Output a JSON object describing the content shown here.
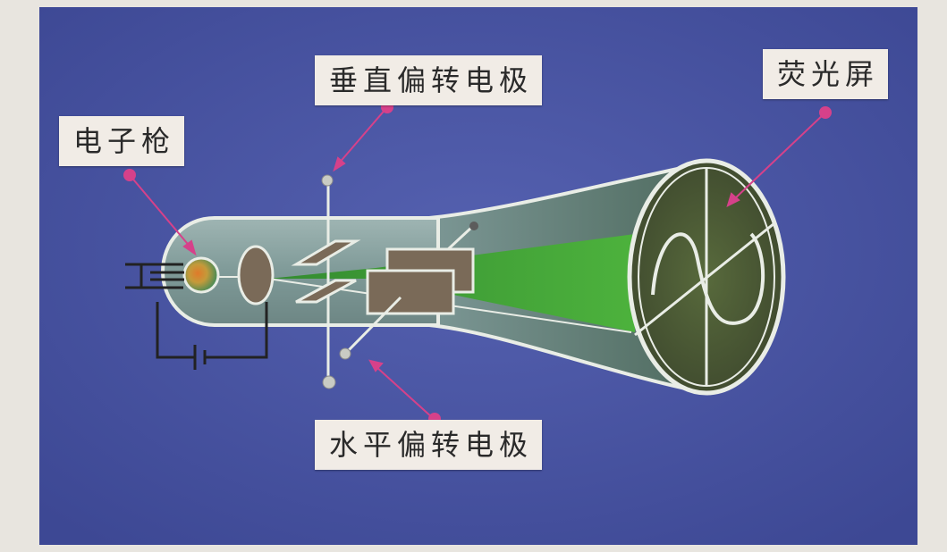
{
  "labels": {
    "electron_gun": "电子枪",
    "vertical_deflection_electrode": "垂直偏转电极",
    "fluorescent_screen": "荧光屏",
    "horizontal_deflection_electrode": "水平偏转电极"
  },
  "colors": {
    "background": "#4a56a5",
    "tube_body": "#8aa3a4",
    "electrode_plate": "#7a6a58",
    "electron_beam": "#3d9e2c",
    "screen": "#4f5a3a",
    "pointer": "#d6418a",
    "label_bg": "#f1ece6"
  }
}
